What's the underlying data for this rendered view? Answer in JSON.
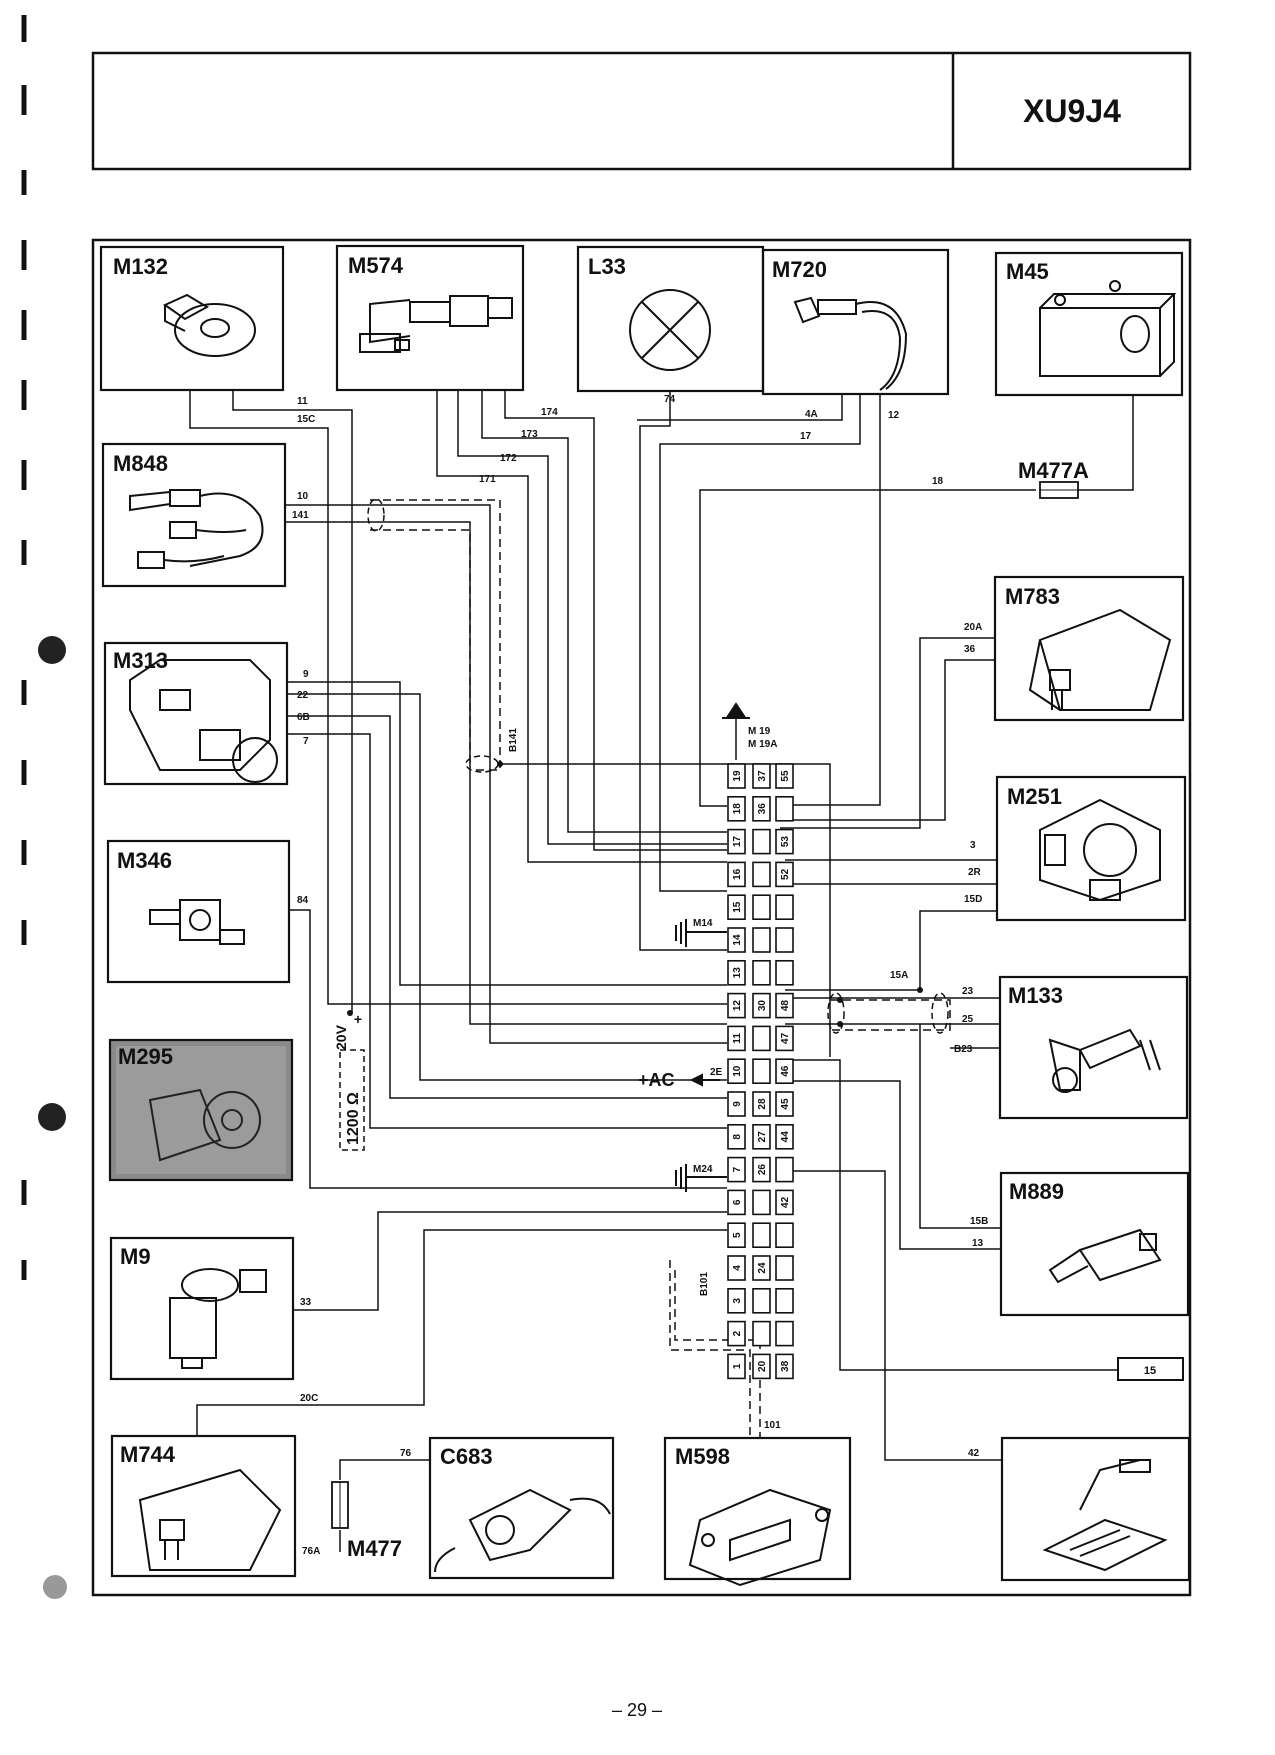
{
  "header": {
    "engine_code": "XU9J4"
  },
  "components": {
    "M132": "M132",
    "M574": "M574",
    "L33": "L33",
    "M720": "M720",
    "M45": "M45",
    "M848": "M848",
    "M477A": "M477A",
    "M783": "M783",
    "M313": "M313",
    "M251": "M251",
    "M346": "M346",
    "M133": "M133",
    "M295": "M295",
    "M889": "M889",
    "M9": "M9",
    "M744": "M744",
    "C683": "C683",
    "M598": "M598",
    "M477": "M477"
  },
  "grounds": {
    "m19": "M 19",
    "m19a": "M 19A",
    "m14": "M14",
    "m24": "M24"
  },
  "labels": {
    "ac": "+AC",
    "resistor_voltage": "20V",
    "resistor_value": "1200 Ω",
    "shield_b141": "B141",
    "shield_b101": "B101",
    "shield_b23": "B23",
    "connector_15": "15",
    "plus": "+",
    "minus": "-"
  },
  "wire_labels": {
    "w11": "11",
    "w15c": "15C",
    "w174": "174",
    "w173": "173",
    "w172": "172",
    "w171": "171",
    "w74": "74",
    "w4a": "4A",
    "w17": "17",
    "w12": "12",
    "w18": "18",
    "w10": "10",
    "w141": "141",
    "w20a": "20A",
    "w36": "36",
    "w9": "9",
    "w22": "22",
    "w6b": "6B",
    "w7": "7",
    "w3": "3",
    "w2r": "2R",
    "w15d": "15D",
    "w84": "84",
    "w15a": "15A",
    "w23": "23",
    "w25": "25",
    "w2e": "2E",
    "w15b": "15B",
    "w13": "13",
    "w33": "33",
    "w20c": "20C",
    "w101": "101",
    "w42": "42",
    "w76": "76",
    "w76a": "76A"
  },
  "ecu_pins": {
    "col1": [
      "19",
      "18",
      "17",
      "16",
      "15",
      "14",
      "13",
      "12",
      "11",
      "10",
      "9",
      "8",
      "7",
      "6",
      "5",
      "4",
      "3",
      "2",
      "1"
    ],
    "col2": [
      "37",
      "36",
      "",
      "",
      "",
      "",
      "",
      "30",
      "",
      "",
      "28",
      "27",
      "26",
      "",
      "",
      "24",
      "",
      "",
      "20"
    ],
    "col3": [
      "55",
      "",
      "53",
      "52",
      "",
      "",
      "",
      "48",
      "47",
      "46",
      "45",
      "44",
      "",
      "42",
      "",
      "",
      "",
      "",
      "38"
    ]
  },
  "footer": {
    "page_number": "– 29 –"
  }
}
